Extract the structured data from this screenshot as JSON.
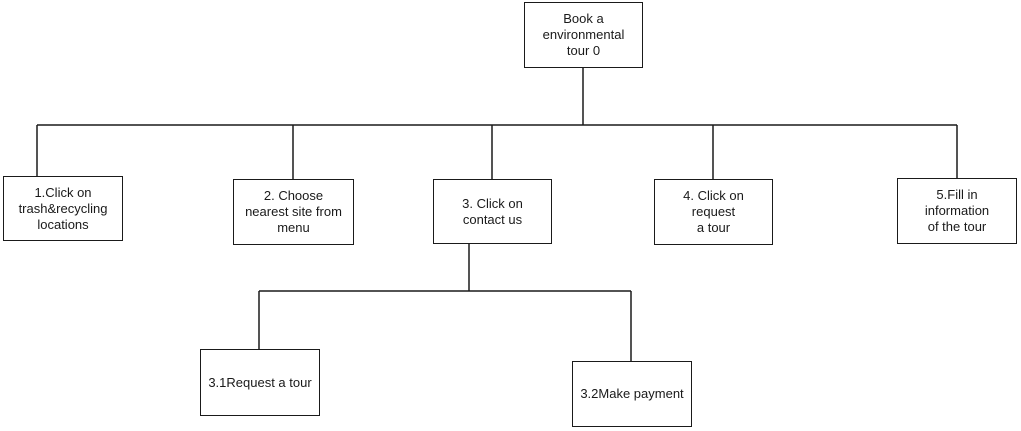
{
  "diagram": {
    "root": {
      "label": "Book a\nenvironmental\ntour    0"
    },
    "steps": [
      {
        "label": "1.Click on\ntrash&recycling\nlocations"
      },
      {
        "label": "2. Choose\nnearest site from\nmenu"
      },
      {
        "label": "3. Click on\ncontact us"
      },
      {
        "label": "4. Click on\nrequest\na tour"
      },
      {
        "label": "5.Fill in\ninformation\nof the tour"
      }
    ],
    "substeps": [
      {
        "label": "3.1Request a tour"
      },
      {
        "label": "3.2Make payment"
      }
    ]
  },
  "colors": {
    "line": "#1a1a1a",
    "box_border": "#1a1a1a",
    "background": "#ffffff"
  }
}
